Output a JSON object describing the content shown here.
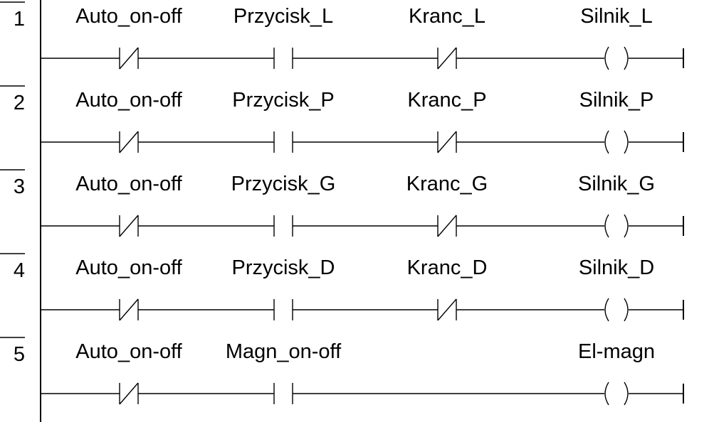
{
  "diagram": {
    "type": "ladder-logic",
    "rungs": [
      {
        "number": "1",
        "elements": [
          {
            "kind": "contact-nc",
            "label": "Auto_on-off"
          },
          {
            "kind": "contact-no",
            "label": "Przycisk_L"
          },
          {
            "kind": "contact-nc",
            "label": "Kranc_L"
          },
          {
            "kind": "coil",
            "label": "Silnik_L"
          }
        ]
      },
      {
        "number": "2",
        "elements": [
          {
            "kind": "contact-nc",
            "label": "Auto_on-off"
          },
          {
            "kind": "contact-no",
            "label": "Przycisk_P"
          },
          {
            "kind": "contact-nc",
            "label": "Kranc_P"
          },
          {
            "kind": "coil",
            "label": "Silnik_P"
          }
        ]
      },
      {
        "number": "3",
        "elements": [
          {
            "kind": "contact-nc",
            "label": "Auto_on-off"
          },
          {
            "kind": "contact-no",
            "label": "Przycisk_G"
          },
          {
            "kind": "contact-nc",
            "label": "Kranc_G"
          },
          {
            "kind": "coil",
            "label": "Silnik_G"
          }
        ]
      },
      {
        "number": "4",
        "elements": [
          {
            "kind": "contact-nc",
            "label": "Auto_on-off"
          },
          {
            "kind": "contact-no",
            "label": "Przycisk_D"
          },
          {
            "kind": "contact-nc",
            "label": "Kranc_D"
          },
          {
            "kind": "coil",
            "label": "Silnik_D"
          }
        ]
      },
      {
        "number": "5",
        "elements": [
          {
            "kind": "contact-nc",
            "label": "Auto_on-off"
          },
          {
            "kind": "contact-no",
            "label": "Magn_on-off"
          },
          {
            "kind": "coil",
            "label": "El-magn"
          }
        ]
      }
    ]
  }
}
